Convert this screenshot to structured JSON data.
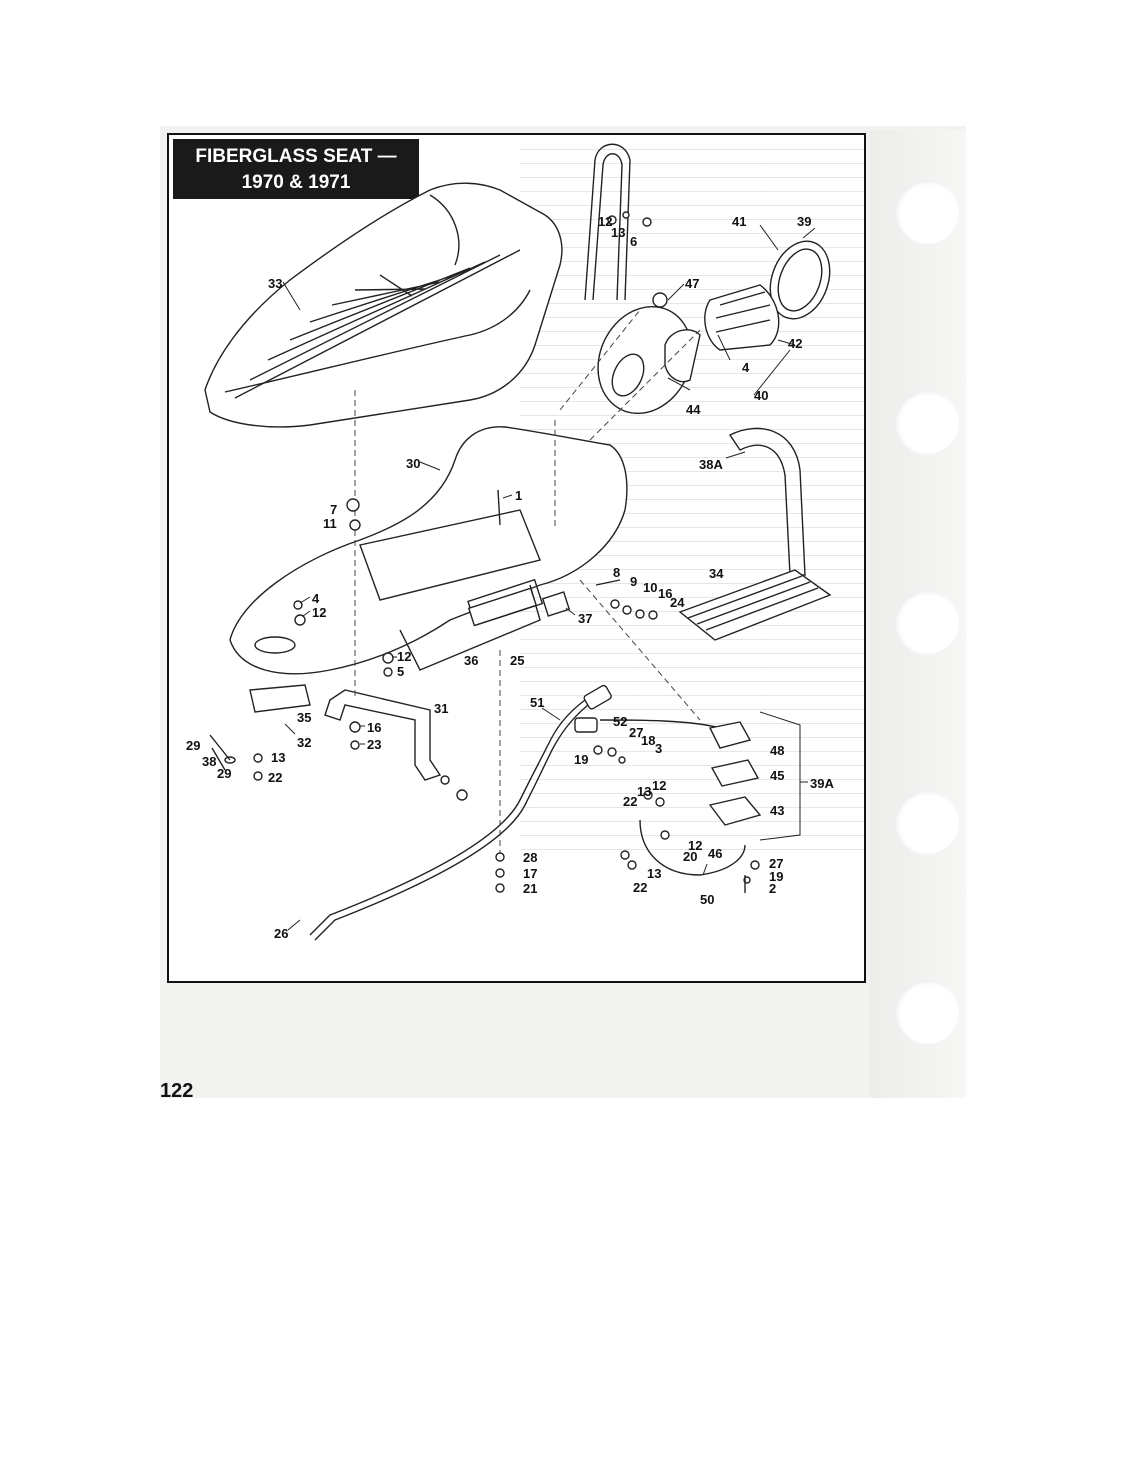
{
  "title": {
    "line1": "FIBERGLASS SEAT —",
    "line2": "1970 & 1971"
  },
  "page_number": "122",
  "callouts": [
    {
      "id": "c33",
      "text": "33"
    },
    {
      "id": "c30",
      "text": "30"
    },
    {
      "id": "c12a",
      "text": "12"
    },
    {
      "id": "c13a",
      "text": "13"
    },
    {
      "id": "c6",
      "text": "6"
    },
    {
      "id": "c41",
      "text": "41"
    },
    {
      "id": "c39",
      "text": "39"
    },
    {
      "id": "c47",
      "text": "47"
    },
    {
      "id": "c42",
      "text": "42"
    },
    {
      "id": "c4a",
      "text": "4"
    },
    {
      "id": "c40",
      "text": "40"
    },
    {
      "id": "c44",
      "text": "44"
    },
    {
      "id": "c38A",
      "text": "38A"
    },
    {
      "id": "c1",
      "text": "1"
    },
    {
      "id": "c7",
      "text": "7"
    },
    {
      "id": "c11",
      "text": "11"
    },
    {
      "id": "c8",
      "text": "8"
    },
    {
      "id": "c9",
      "text": "9"
    },
    {
      "id": "c10",
      "text": "10"
    },
    {
      "id": "c16a",
      "text": "16"
    },
    {
      "id": "c24",
      "text": "24"
    },
    {
      "id": "c34",
      "text": "34"
    },
    {
      "id": "c4b",
      "text": "4"
    },
    {
      "id": "c12b",
      "text": "12"
    },
    {
      "id": "c37",
      "text": "37"
    },
    {
      "id": "c36",
      "text": "36"
    },
    {
      "id": "c25",
      "text": "25"
    },
    {
      "id": "c12c",
      "text": "12"
    },
    {
      "id": "c5",
      "text": "5"
    },
    {
      "id": "c35",
      "text": "35"
    },
    {
      "id": "c31",
      "text": "31"
    },
    {
      "id": "c16b",
      "text": "16"
    },
    {
      "id": "c23",
      "text": "23"
    },
    {
      "id": "c32",
      "text": "32"
    },
    {
      "id": "c29a",
      "text": "29"
    },
    {
      "id": "c38",
      "text": "38"
    },
    {
      "id": "c29b",
      "text": "29"
    },
    {
      "id": "c13b",
      "text": "13"
    },
    {
      "id": "c22a",
      "text": "22"
    },
    {
      "id": "c51",
      "text": "51"
    },
    {
      "id": "c52",
      "text": "52"
    },
    {
      "id": "c27a",
      "text": "27"
    },
    {
      "id": "c18",
      "text": "18"
    },
    {
      "id": "c3",
      "text": "3"
    },
    {
      "id": "c19a",
      "text": "19"
    },
    {
      "id": "c48",
      "text": "48"
    },
    {
      "id": "c45",
      "text": "45"
    },
    {
      "id": "c39A",
      "text": "39A"
    },
    {
      "id": "c43",
      "text": "43"
    },
    {
      "id": "c13c",
      "text": "13"
    },
    {
      "id": "c12d",
      "text": "12"
    },
    {
      "id": "c22b",
      "text": "22"
    },
    {
      "id": "c12e",
      "text": "12"
    },
    {
      "id": "c20",
      "text": "20"
    },
    {
      "id": "c46",
      "text": "46"
    },
    {
      "id": "c27b",
      "text": "27"
    },
    {
      "id": "c19b",
      "text": "19"
    },
    {
      "id": "c2",
      "text": "2"
    },
    {
      "id": "c28",
      "text": "28"
    },
    {
      "id": "c17",
      "text": "17"
    },
    {
      "id": "c21",
      "text": "21"
    },
    {
      "id": "c13d",
      "text": "13"
    },
    {
      "id": "c22c",
      "text": "22"
    },
    {
      "id": "c50",
      "text": "50"
    },
    {
      "id": "c26",
      "text": "26"
    }
  ]
}
